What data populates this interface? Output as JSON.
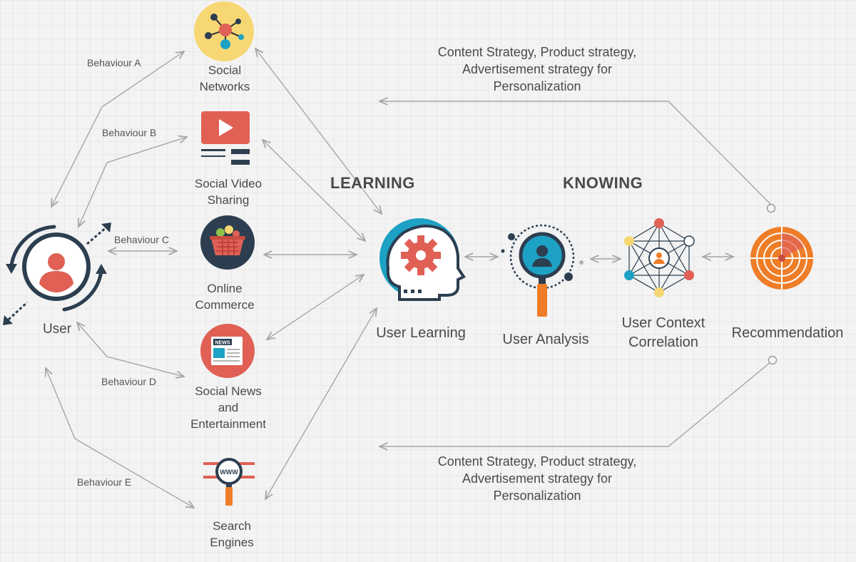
{
  "sources": {
    "social_networks": {
      "line1": "Social",
      "line2": "Networks"
    },
    "social_video": {
      "line1": "Social Video",
      "line2": "Sharing"
    },
    "online_commerce": {
      "line1": "Online",
      "line2": "Commerce"
    },
    "social_news": {
      "line1": "Social News",
      "line2": "and",
      "line3": "Entertainment",
      "badge": "NEWS"
    },
    "search_engines": {
      "line1": "Search",
      "line2": "Engines",
      "badge": "WWW"
    }
  },
  "behaviours": {
    "a": "Behaviour A",
    "b": "Behaviour  B",
    "c": "Behaviour  C",
    "d": "Behaviour  D",
    "e": "Behaviour  E"
  },
  "user": {
    "label": "User"
  },
  "sections": {
    "learning": "LEARNING",
    "knowing": "KNOWING"
  },
  "pipeline": {
    "user_learning": "User Learning",
    "user_analysis": "User Analysis",
    "context_line1": "User Context",
    "context_line2": "Correlation",
    "recommendation": "Recommendation"
  },
  "strategy_top": {
    "line1": "Content Strategy, Product strategy,",
    "line2": "Advertisement strategy for",
    "line3": "Personalization"
  },
  "strategy_bottom": {
    "line1": "Content Strategy, Product strategy,",
    "line2": "Advertisement strategy for",
    "line3": "Personalization"
  },
  "colors": {
    "line": "#a6a6a6",
    "navy": "#2c3e50",
    "red": "#e06055",
    "orange": "#ef7d28",
    "teal": "#1da1c4",
    "yellow": "#f7d774",
    "dark_blue": "#1e3a5f"
  }
}
